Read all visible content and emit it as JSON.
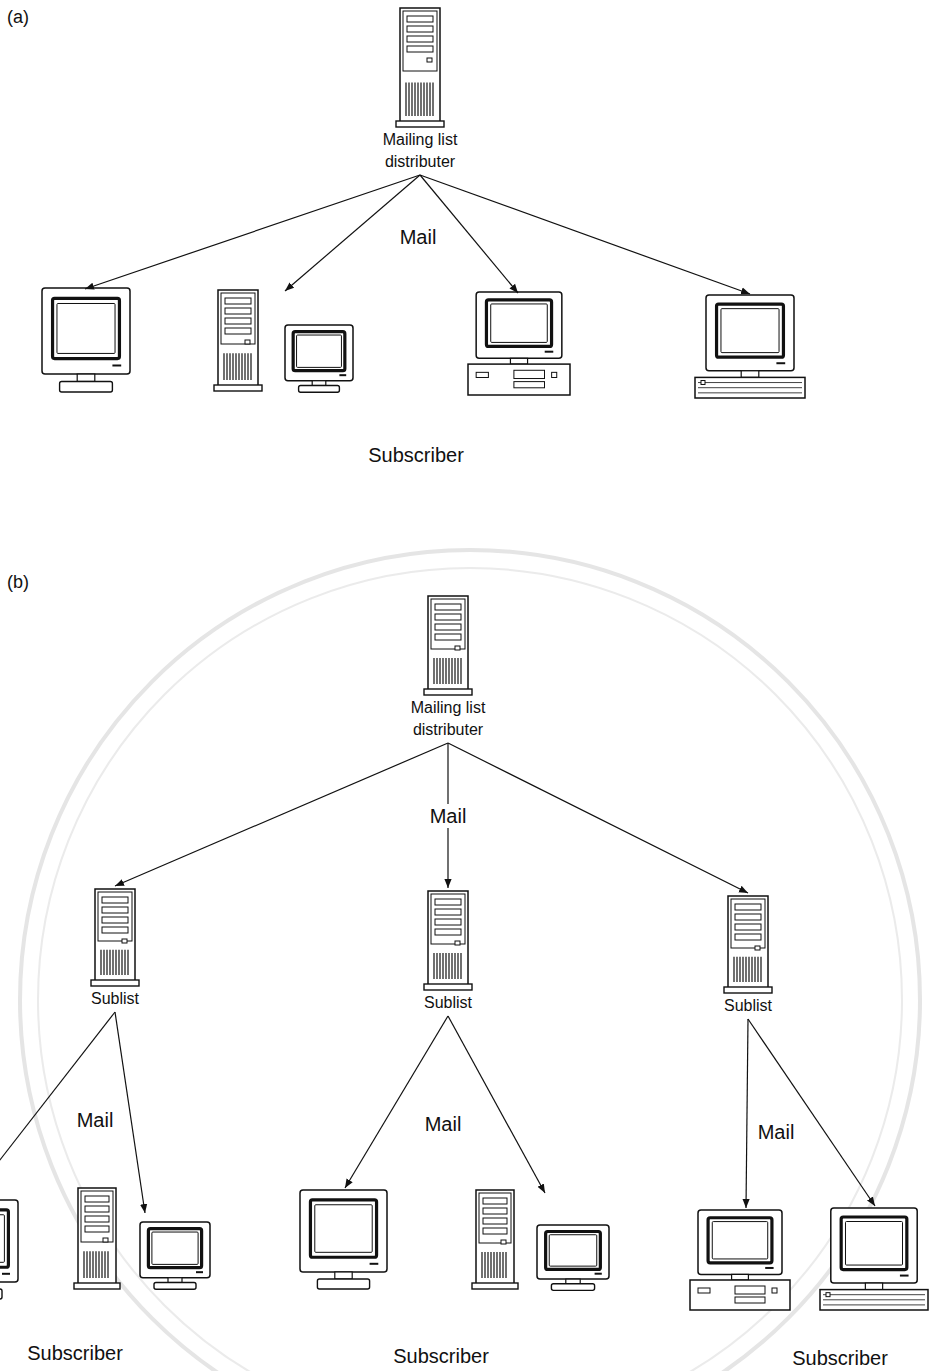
{
  "diagram": {
    "nodes": [
      {
        "text": [
          "Mailing list distributer"
        ]
      },
      {
        "text": [
          "Mailing list distributer"
        ]
      },
      {
        "text": [
          "Sublist"
        ]
      },
      {
        "text": [
          "Sublist"
        ]
      },
      {
        "text": [
          "Sublist"
        ]
      }
    ],
    "edges": [
      {
        "from": 1,
        "to": 2,
        "arrow": "to"
      },
      {
        "from": 1,
        "to": 3,
        "arrow": "to",
        "label": "Mail"
      },
      {
        "from": 1,
        "to": 4,
        "arrow": "to"
      }
    ],
    "labels": [
      "(a)",
      "Mail",
      "Subscriber",
      "(b)",
      "Mail",
      "Mail",
      "Mail",
      "Subscriber",
      "Subscriber",
      "Subscriber"
    ]
  }
}
